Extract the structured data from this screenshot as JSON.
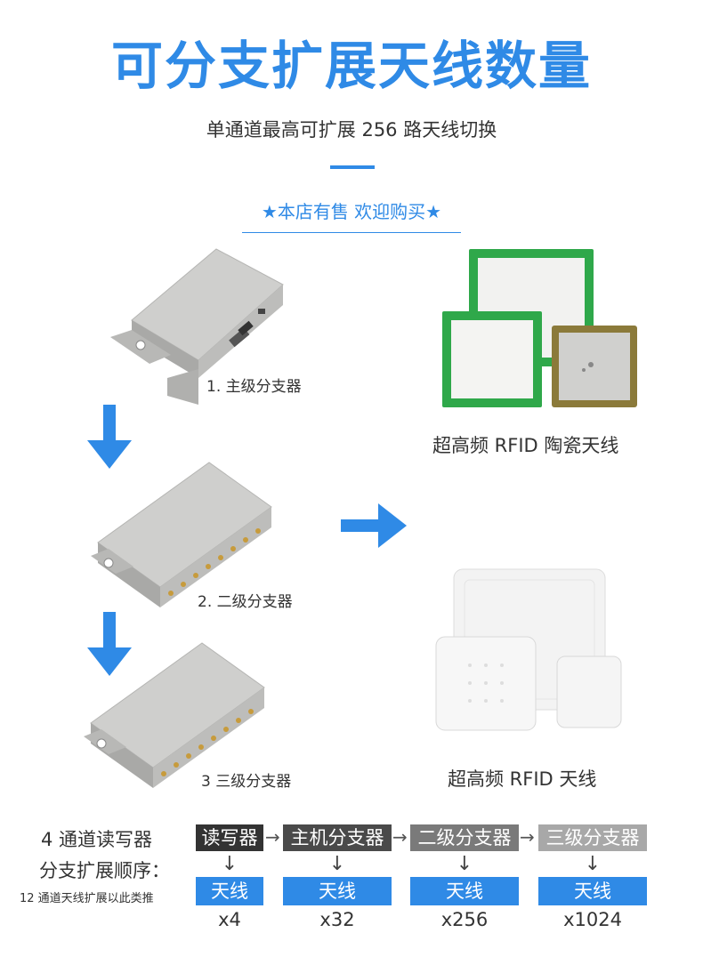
{
  "header": {
    "title": "可分支扩展天线数量",
    "subtitle": "单通道最高可扩展 256 路天线切换",
    "shop_note": "★本店有售 欢迎购买★"
  },
  "splitters": [
    {
      "label": "1. 主级分支器"
    },
    {
      "label": "2. 二级分支器"
    },
    {
      "label": "3 三级分支器"
    }
  ],
  "products": {
    "ceramic_caption": "超高频 RFID 陶瓷天线",
    "plastic_caption": "超高频 RFID 天线"
  },
  "sequence": {
    "label_line1": "4 通道读写器",
    "label_line2": "分支扩展顺序：",
    "note": "12 通道天线扩展以此类推",
    "stages": [
      "读写器",
      "主机分支器",
      "二级分支器",
      "三级分支器"
    ],
    "chain_arrow": "→",
    "down_arrow": "↓",
    "antenna_label": "天线",
    "counts": [
      "x4",
      "x32",
      "x256",
      "x1024"
    ]
  },
  "colors": {
    "accent": "#2f8ae6",
    "stage1": "#333333",
    "stage2": "#4a4a4a",
    "stage3": "#7a7a7a",
    "stage4": "#a8a8a8"
  }
}
